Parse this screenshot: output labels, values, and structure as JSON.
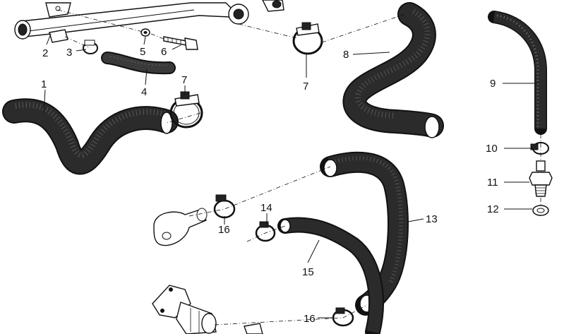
{
  "diagram": {
    "callouts": [
      "1",
      "2",
      "3",
      "4",
      "5",
      "6",
      "7",
      "7",
      "8",
      "9",
      "10",
      "11",
      "12",
      "13",
      "14",
      "15",
      "16",
      "16"
    ]
  }
}
